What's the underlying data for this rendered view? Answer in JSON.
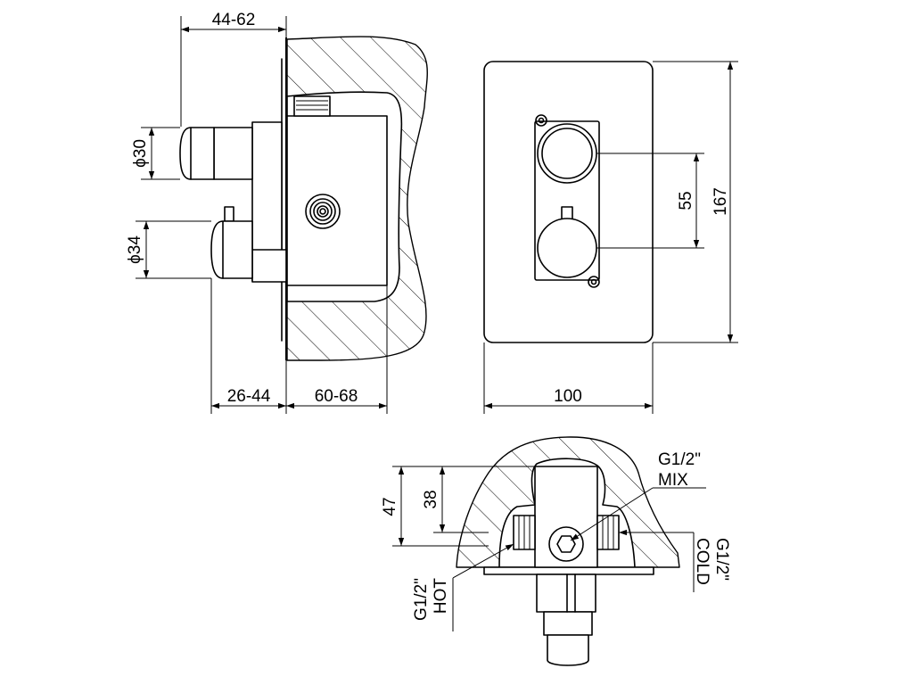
{
  "dimensions": {
    "top_depth": "44-62",
    "dia_top": "ϕ30",
    "dia_bottom": "ϕ34",
    "projection": "26-44",
    "box_depth": "60-68",
    "plate_width": "100",
    "plate_height": "167",
    "knob_spacing": "55",
    "plan_depth_outer": "47",
    "plan_depth_inner": "38"
  },
  "connections": {
    "mix_line1": "G1/2\"",
    "mix_line2": "MIX",
    "hot_line1": "G1/2\"",
    "hot_line2": "HOT",
    "cold_line1": "G1/2\"",
    "cold_line2": "COLD"
  }
}
